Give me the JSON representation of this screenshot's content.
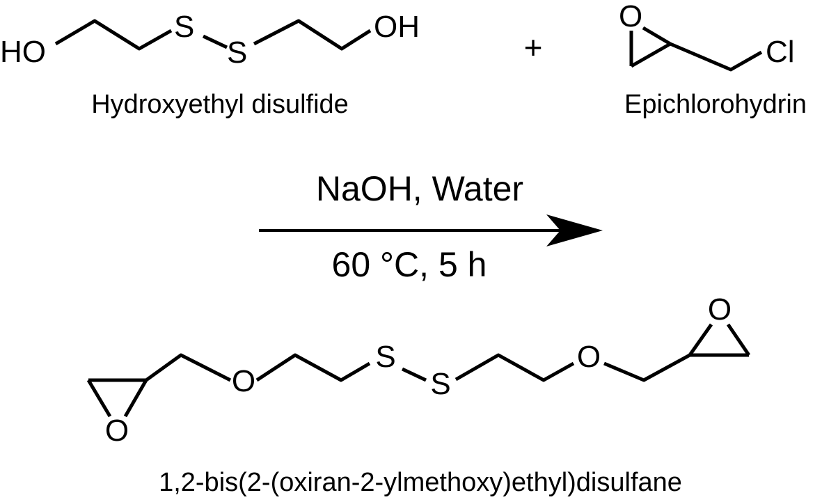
{
  "reactant_1": {
    "name": "Hydroxyethyl disulfide",
    "atoms": {
      "hydroxyl_left": "HO",
      "sulfur_1": "S",
      "sulfur_2": "S",
      "hydroxyl_right": "OH"
    }
  },
  "operator": "+",
  "reactant_2": {
    "name": "Epichlorohydrin",
    "atoms": {
      "epoxide_oxygen": "O",
      "chlorine": "Cl"
    }
  },
  "reaction": {
    "reagents": "NaOH, Water",
    "conditions": "60 °C, 5 h"
  },
  "product": {
    "name": "1,2-bis(2-(oxiran-2-ylmethoxy)ethyl)disulfane",
    "atoms": {
      "epoxide_oxygen_left": "O",
      "ether_oxygen_left": "O",
      "sulfur_1": "S",
      "sulfur_2": "S",
      "ether_oxygen_right": "O",
      "epoxide_oxygen_right": "O"
    }
  }
}
